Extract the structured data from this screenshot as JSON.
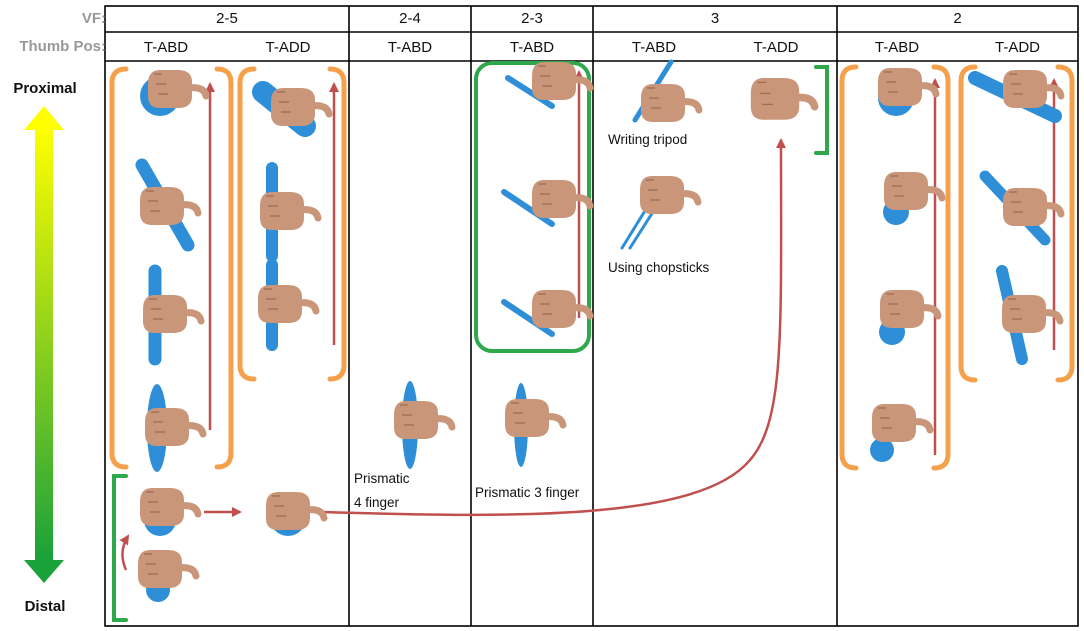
{
  "row_labels": {
    "vf": "VF:",
    "thumb_pos": "Thumb Pos:"
  },
  "vf_columns": [
    "2-5",
    "2-4",
    "2-3",
    "3",
    "2"
  ],
  "thumb_columns": [
    "T-ABD",
    "T-ADD",
    "T-ABD",
    "T-ABD",
    "T-ABD",
    "T-ADD",
    "T-ABD",
    "T-ADD"
  ],
  "axis": {
    "top": "Proximal",
    "bottom": "Distal"
  },
  "captions": {
    "writing_tripod": "Writing tripod",
    "using_chopsticks": "Using chopsticks",
    "prismatic_4_line1": "Prismatic",
    "prismatic_4_line2": "4 finger",
    "prismatic_3": "Prismatic 3 finger"
  },
  "colors": {
    "abduction_group": "#f5a04a",
    "selected_group": "#2ea84a",
    "arrow": "#c0504d",
    "object": "#2e8fd8",
    "skin": "#c9967a",
    "gradient_top": "#ffff00",
    "gradient_bottom": "#1aa33a"
  }
}
